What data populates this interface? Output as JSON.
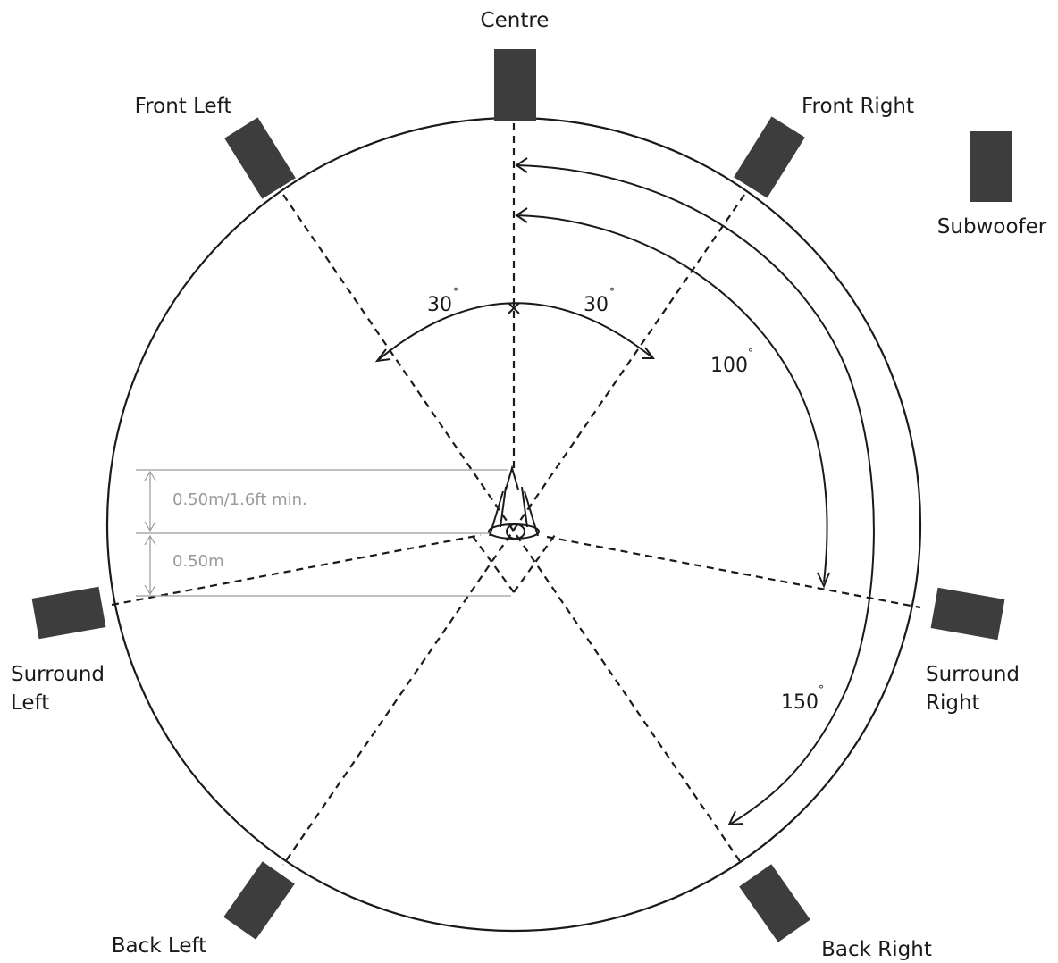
{
  "speakers": {
    "centre": "Centre",
    "front_left": "Front Left",
    "front_right": "Front Right",
    "subwoofer": "Subwoofer",
    "surround_left": [
      "Surround",
      "Left"
    ],
    "surround_right": [
      "Surround",
      "Right"
    ],
    "back_left": "Back Left",
    "back_right": "Back Right"
  },
  "angles": {
    "front_left": "30",
    "front_right": "30",
    "surround": "100",
    "back": "150"
  },
  "measurements": {
    "upper": "0.50m/1.6ft min.",
    "lower": "0.50m"
  }
}
